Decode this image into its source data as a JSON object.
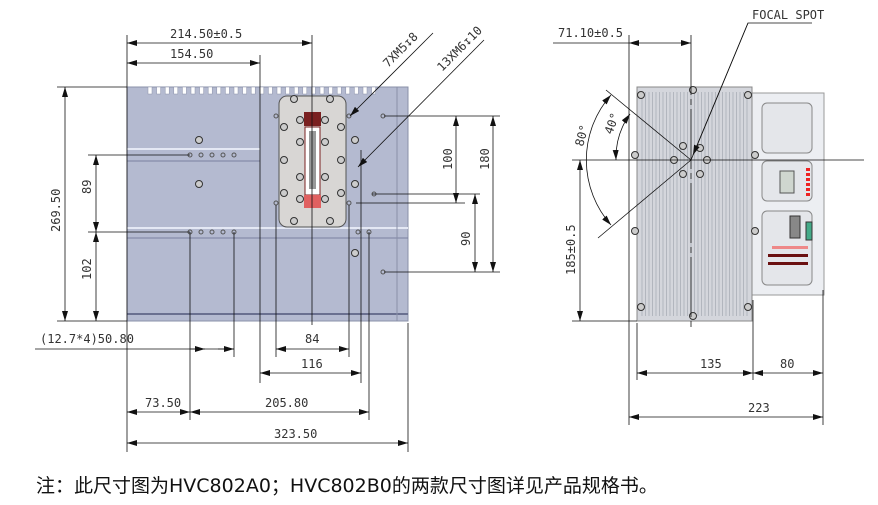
{
  "front_view": {
    "dimensions": {
      "width_to_focal": "214.50±0.5",
      "width_to_panel": "154.50",
      "height_total": "269.50",
      "height_upper": "89",
      "height_lower": "102",
      "hole_pitch": "(12.7*4)50.80",
      "panel_holes": "84",
      "panel_outer": "116",
      "left_offset": "73.50",
      "hole_span": "205.80",
      "width_total": "323.50",
      "v100": "100",
      "v180": "180",
      "v90": "90"
    },
    "callouts": {
      "m5_holes": "7XM5↧8",
      "m6_holes": "13XM6↧10"
    },
    "colors": {
      "body": "#b4bad0",
      "panel": "#d8d6d4",
      "window_dark": "#7a2020",
      "window_red": "#e06060"
    }
  },
  "side_view": {
    "label_focal": "FOCAL SPOT",
    "dimensions": {
      "focal_x": "71.10±0.5",
      "focal_height": "185±0.5",
      "angle_outer": "80°",
      "angle_inner": "40°",
      "body_width": "135",
      "plate_width": "80",
      "total_width": "223"
    }
  },
  "caption": "注：此尺寸图为HVC802A0；HVC802B0的两款尺寸图详见产品规格书。"
}
